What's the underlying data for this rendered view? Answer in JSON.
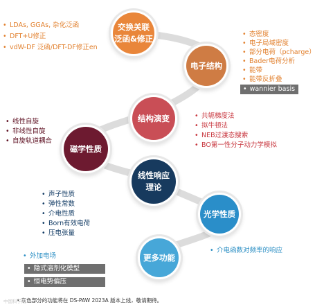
{
  "nodes": {
    "exchange": {
      "label": "交换关联\n泛函&修正",
      "color": "#e9863a"
    },
    "electronic": {
      "label": "电子结构",
      "color": "#cf7c44"
    },
    "structure": {
      "label": "结构演变",
      "color": "#c94e56"
    },
    "magnetic": {
      "label": "磁学性质",
      "color": "#6d1a30"
    },
    "linear": {
      "label": "线性响应\n理论",
      "color": "#173a5e"
    },
    "optical": {
      "label": "光学性质",
      "color": "#2a8ec9"
    },
    "more": {
      "label": "更多功能",
      "color": "#47a7d8"
    }
  },
  "connector_color": "#dcdcdc",
  "lists": {
    "exchange": [
      "LDAs, GGAs, 杂化泛函",
      "DFT+U修正",
      "vdW-DF 泛函/DFT-DF修正en"
    ],
    "electronic": [
      "态密度",
      "电子局域密度",
      "部分电荷（pcharge）",
      "Bader电荷分析",
      "能带",
      "能带反折叠"
    ],
    "electronic_tag": "wannier basis",
    "structure": [
      "共轭梯度法",
      "拟牛顿法",
      "NEB过渡态搜索",
      "BO第一性分子动力学模拟"
    ],
    "magnetic": [
      "线性自旋",
      "非线性自旋",
      "自旋轨道耦合"
    ],
    "linear": [
      "声子性质",
      "弹性常数",
      "介电性质",
      "Born有效电荷",
      "压电张量"
    ],
    "optical": [
      "介电函数对频率的响应"
    ],
    "more": [
      "外加电场"
    ],
    "more_tags": [
      "隐式溶剂化模型",
      "恒电势偏压"
    ]
  },
  "bullet": "•",
  "footnote": "• 灰色部分的功能将在 DS-PAW 2023A 版本上线，敬请期待。",
  "watermark": "中国科学院"
}
